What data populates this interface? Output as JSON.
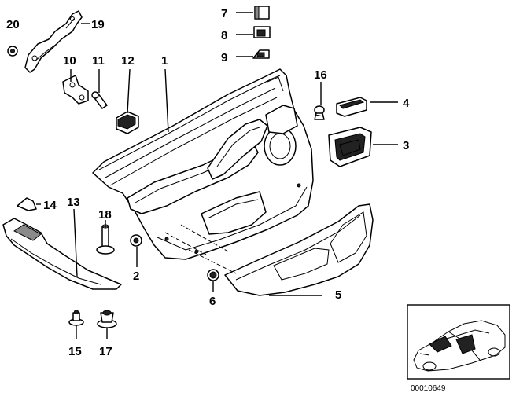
{
  "labels": [
    {
      "id": "20",
      "text": "20"
    },
    {
      "id": "19",
      "text": "19"
    },
    {
      "id": "7",
      "text": "7"
    },
    {
      "id": "8",
      "text": "8"
    },
    {
      "id": "9",
      "text": "9"
    },
    {
      "id": "10",
      "text": "10"
    },
    {
      "id": "11",
      "text": "11"
    },
    {
      "id": "12",
      "text": "12"
    },
    {
      "id": "1",
      "text": "1"
    },
    {
      "id": "16",
      "text": "16"
    },
    {
      "id": "4",
      "text": "4"
    },
    {
      "id": "3",
      "text": "3"
    },
    {
      "id": "14",
      "text": "14"
    },
    {
      "id": "13",
      "text": "13"
    },
    {
      "id": "18",
      "text": "18"
    },
    {
      "id": "2",
      "text": "2"
    },
    {
      "id": "6",
      "text": "6"
    },
    {
      "id": "5",
      "text": "5"
    },
    {
      "id": "15",
      "text": "15"
    },
    {
      "id": "17",
      "text": "17"
    }
  ],
  "diagram_code": "00010649",
  "icons": {
    "inset": "car-silhouette-icon"
  }
}
